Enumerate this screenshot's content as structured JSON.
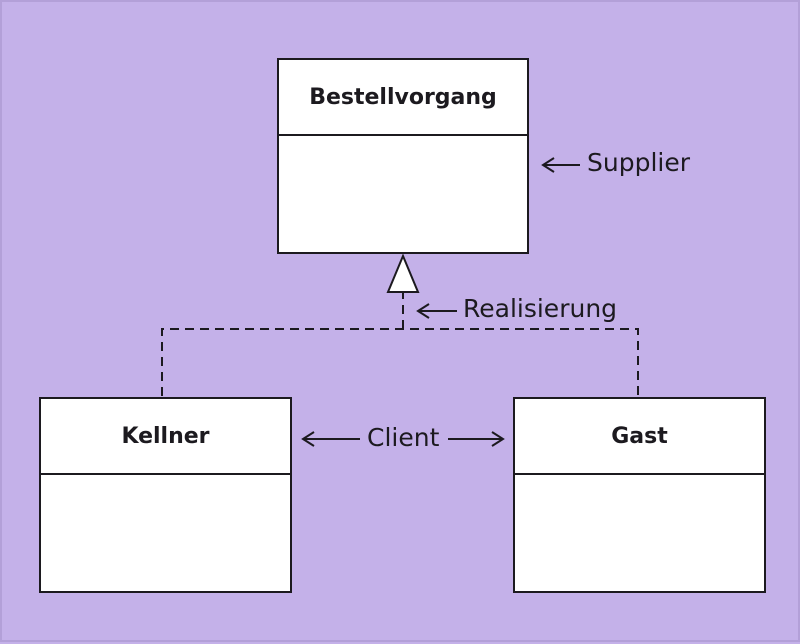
{
  "diagram": {
    "classes": {
      "bestellvorgang": "Bestellvorgang",
      "kellner": "Kellner",
      "gast": "Gast"
    },
    "labels": {
      "supplier": "Supplier",
      "realisierung": "Realisierung",
      "client": "Client"
    },
    "colors": {
      "background": "#c4b1e9",
      "box_fill": "#ffffff",
      "line": "#1c1a1f"
    }
  }
}
